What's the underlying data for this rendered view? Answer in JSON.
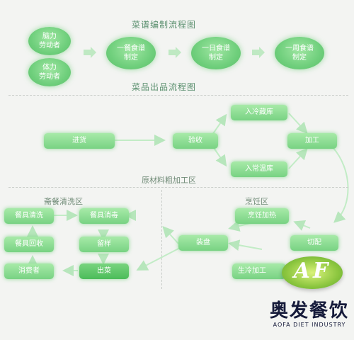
{
  "titles": {
    "menu_flow": "菜谱编制流程图",
    "product_flow": "菜品出品流程图",
    "raw_processing": "原材料粗加工区",
    "dish_washing": "斋餐清洗区",
    "cooking": "烹饪区"
  },
  "circles": {
    "mental": [
      "脑力",
      "劳动者"
    ],
    "physical": [
      "体力",
      "劳动者"
    ],
    "day": [
      "一餐食谱",
      "制定"
    ],
    "week": [
      "一日食谱",
      "制定"
    ],
    "month": [
      "一周食谱",
      "制定"
    ]
  },
  "boxes": {
    "purchase": "进货",
    "inspect": "验收",
    "cold_storage": "入冷藏库",
    "normal_storage": "入常温库",
    "process": "加工",
    "cooking_heat": "烹饪加热",
    "cut": "切配",
    "raw_cold": "生冷加工",
    "plate": "装盘",
    "wash": "餐具清洗",
    "disinfect": "餐具消毒",
    "recycle": "餐具回收",
    "sample": "留样",
    "consumer": "消费者",
    "serve": "出菜"
  },
  "logo": {
    "mark": "AF",
    "chinese": "奥发餐饮",
    "english": "AOFA DIET INDUSTRY"
  },
  "colors": {
    "accent_green": "#78d283",
    "arrow_green": "#c2ecc6",
    "logo_navy": "#151a3a"
  }
}
